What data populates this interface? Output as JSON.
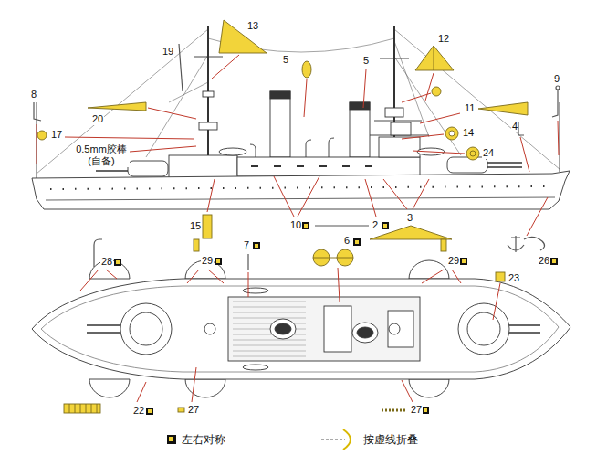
{
  "diagram": {
    "labels": [
      "19",
      "13",
      "5",
      "5",
      "12",
      "8",
      "9",
      "20",
      "11",
      "17",
      "14",
      "4",
      "24",
      "0.5mm胶棒 (自备)",
      "15",
      "10",
      "2",
      "3",
      "26",
      "28",
      "29",
      "7",
      "6",
      "29",
      "23",
      "22",
      "27",
      "27"
    ],
    "legend": [
      {
        "text": "左右对称"
      },
      {
        "text": "按虚线折叠"
      }
    ]
  }
}
